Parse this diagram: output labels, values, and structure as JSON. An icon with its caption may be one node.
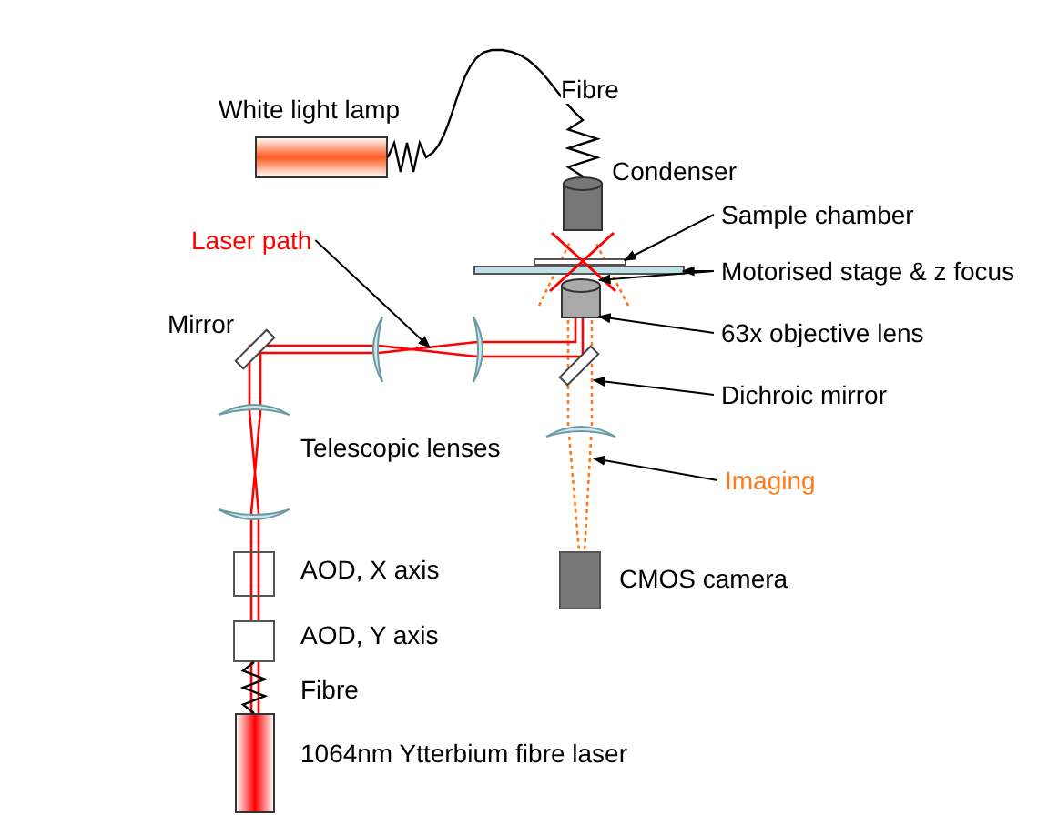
{
  "diagram": {
    "nodes": [
      {
        "text": [
          "White light lamp"
        ]
      },
      {
        "text": [
          "Condenser"
        ]
      },
      {
        "text": [
          "Laser path"
        ]
      },
      {
        "text": [
          "Sample chamber"
        ]
      },
      {
        "text": [],
        "shape": "box"
      },
      {
        "text": [
          "Motorised stage & z focus"
        ]
      },
      {
        "text": [],
        "shape": "bar"
      },
      {
        "text": [
          "63x objective lens"
        ]
      },
      {
        "text": [],
        "shape": "cylinder"
      },
      {
        "text": [
          "Mirror"
        ]
      },
      {
        "text": [
          "Dichroic mirror"
        ]
      },
      {
        "text": [],
        "shape": "bar"
      },
      {
        "text": [
          "Imaging"
        ]
      },
      {
        "text": [
          "CMOS camera"
        ]
      },
      {
        "text": [
          "AOD, X axis"
        ]
      },
      {
        "text": [
          "AOD, Y axis"
        ]
      },
      {
        "text": [
          "1064nm Ytterbium fibre laser"
        ]
      }
    ],
    "edges": [
      {
        "from": 0,
        "to": 1,
        "arrow": "none",
        "label": "Fibre"
      },
      {
        "from": 2,
        "to": null,
        "arrow": "to"
      },
      {
        "from": 3,
        "to": 4,
        "arrow": "to"
      },
      {
        "from": 5,
        "to": 6,
        "arrow": "to"
      },
      {
        "from": 5,
        "to": 8,
        "arrow": "to"
      },
      {
        "from": 7,
        "to": 8,
        "arrow": "to"
      },
      {
        "from": 10,
        "to": 11,
        "arrow": "to"
      },
      {
        "from": 12,
        "to": null,
        "arrow": "to"
      },
      {
        "from": 15,
        "to": 16,
        "arrow": "none",
        "label": "Fibre"
      }
    ],
    "labels": [
      "Telescopic lenses"
    ]
  }
}
